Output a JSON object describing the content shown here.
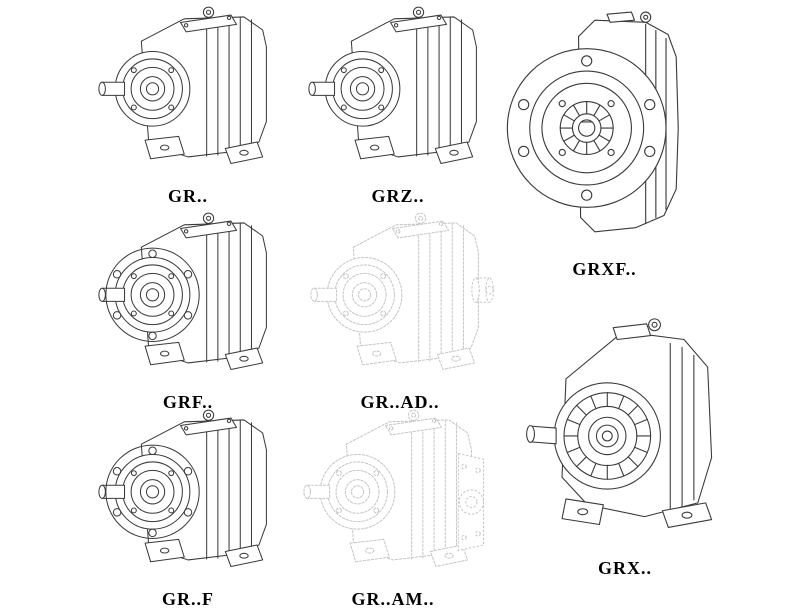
{
  "page": {
    "background": "#ffffff"
  },
  "style": {
    "line": "#3a3a3a",
    "ghost": "#c6c6c6",
    "label_color": "#000000"
  },
  "figures": {
    "gr": {
      "label": "GR.."
    },
    "grz": {
      "label": "GRZ.."
    },
    "grxf": {
      "label": "GRXF.."
    },
    "grf": {
      "label": "GRF.."
    },
    "grad": {
      "label": "GR..AD.."
    },
    "grff": {
      "label": "GR..F"
    },
    "gram": {
      "label": "GR..AM.."
    },
    "grx": {
      "label": "GRX.."
    }
  }
}
